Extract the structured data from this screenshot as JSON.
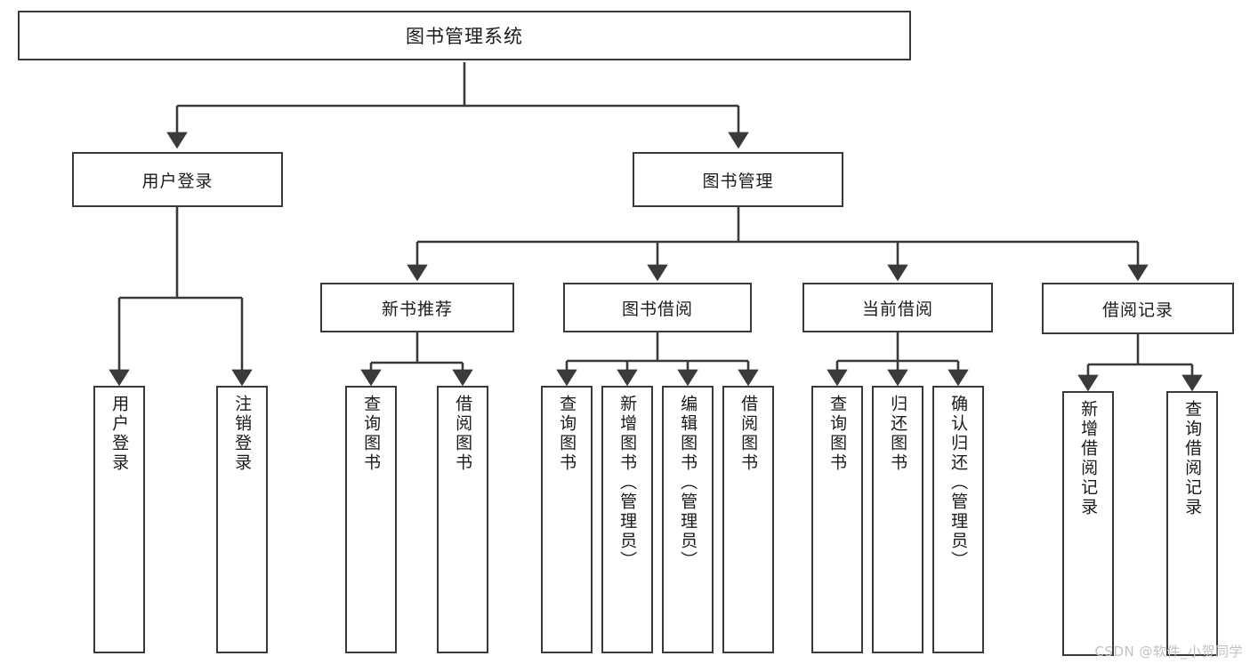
{
  "diagram": {
    "type": "tree",
    "title": "图书管理系统",
    "orientation": "top-down",
    "colors": {
      "box_border": "#3a3a3a",
      "box_fill": "#ffffff",
      "edge": "#3a3a3a",
      "text": "#1b1b1b",
      "watermark": "#c2c2c2",
      "background": "#ffffff"
    },
    "root": {
      "id": "root",
      "label": "图书管理系统"
    },
    "level2": [
      {
        "id": "login",
        "label": "用户登录"
      },
      {
        "id": "bookmgmt",
        "label": "图书管理"
      }
    ],
    "level3": [
      {
        "id": "newbook",
        "label": "新书推荐",
        "parent": "bookmgmt"
      },
      {
        "id": "borrow",
        "label": "图书借阅",
        "parent": "bookmgmt"
      },
      {
        "id": "current",
        "label": "当前借阅",
        "parent": "bookmgmt"
      },
      {
        "id": "records",
        "label": "借阅记录",
        "parent": "bookmgmt"
      }
    ],
    "leaves": [
      {
        "id": "leaf-1",
        "label": "用户登录",
        "parent": "login"
      },
      {
        "id": "leaf-2",
        "label": "注销登录",
        "parent": "login"
      },
      {
        "id": "leaf-3",
        "label": "查询图书",
        "parent": "newbook"
      },
      {
        "id": "leaf-4",
        "label": "借阅图书",
        "parent": "newbook"
      },
      {
        "id": "leaf-5",
        "label": "查询图书",
        "parent": "borrow"
      },
      {
        "id": "leaf-6",
        "label": "新增图书（管理员）",
        "parent": "borrow"
      },
      {
        "id": "leaf-7",
        "label": "编辑图书（管理员）",
        "parent": "borrow"
      },
      {
        "id": "leaf-8",
        "label": "借阅图书",
        "parent": "borrow"
      },
      {
        "id": "leaf-9",
        "label": "查询图书",
        "parent": "current"
      },
      {
        "id": "leaf-10",
        "label": "归还图书",
        "parent": "current"
      },
      {
        "id": "leaf-11",
        "label": "确认归还（管理员）",
        "parent": "current"
      },
      {
        "id": "leaf-12",
        "label": "新增借阅记录",
        "parent": "records"
      },
      {
        "id": "leaf-13",
        "label": "查询借阅记录",
        "parent": "records"
      }
    ]
  },
  "watermark": {
    "text": "CSDN @软件_小贺同学"
  }
}
